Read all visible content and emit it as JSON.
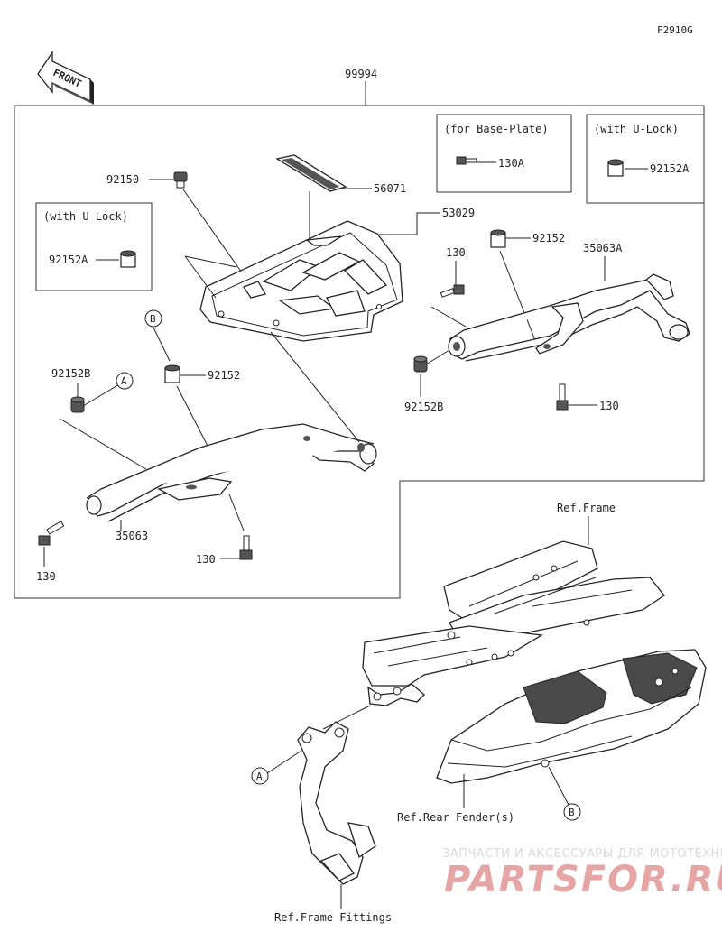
{
  "figure_code": "F2910G",
  "front_label": "FRONT",
  "assembly_number": "99994",
  "callouts": {
    "p92150": "92150",
    "p56071": "56071",
    "p53029": "53029",
    "p92152_right": "92152",
    "p130_top": "130",
    "p35063A": "35063A",
    "p92152B_right": "92152B",
    "p130_right": "130",
    "p92152_left": "92152",
    "p92152B_left": "92152B",
    "p35063": "35063",
    "p130_left": "130",
    "p130_mid": "130",
    "p130A": "130A",
    "p92152A_box_right": "92152A",
    "p92152A_box_left": "92152A"
  },
  "option_boxes": {
    "base_plate": "(for Base-Plate)",
    "u_lock_right": "(with U-Lock)",
    "u_lock_left": "(with U-Lock)"
  },
  "markers": {
    "a": "A",
    "b": "B"
  },
  "references": {
    "frame": "Ref.Frame",
    "rear_fender": "Ref.Rear Fender(s)",
    "frame_fittings": "Ref.Frame Fittings"
  },
  "watermark": {
    "tagline": "ЗАПЧАСТИ И АКСЕССУАРЫ ДЛЯ МОТОТЕХНИКИ",
    "brand": "PARTSFOR.RU"
  }
}
